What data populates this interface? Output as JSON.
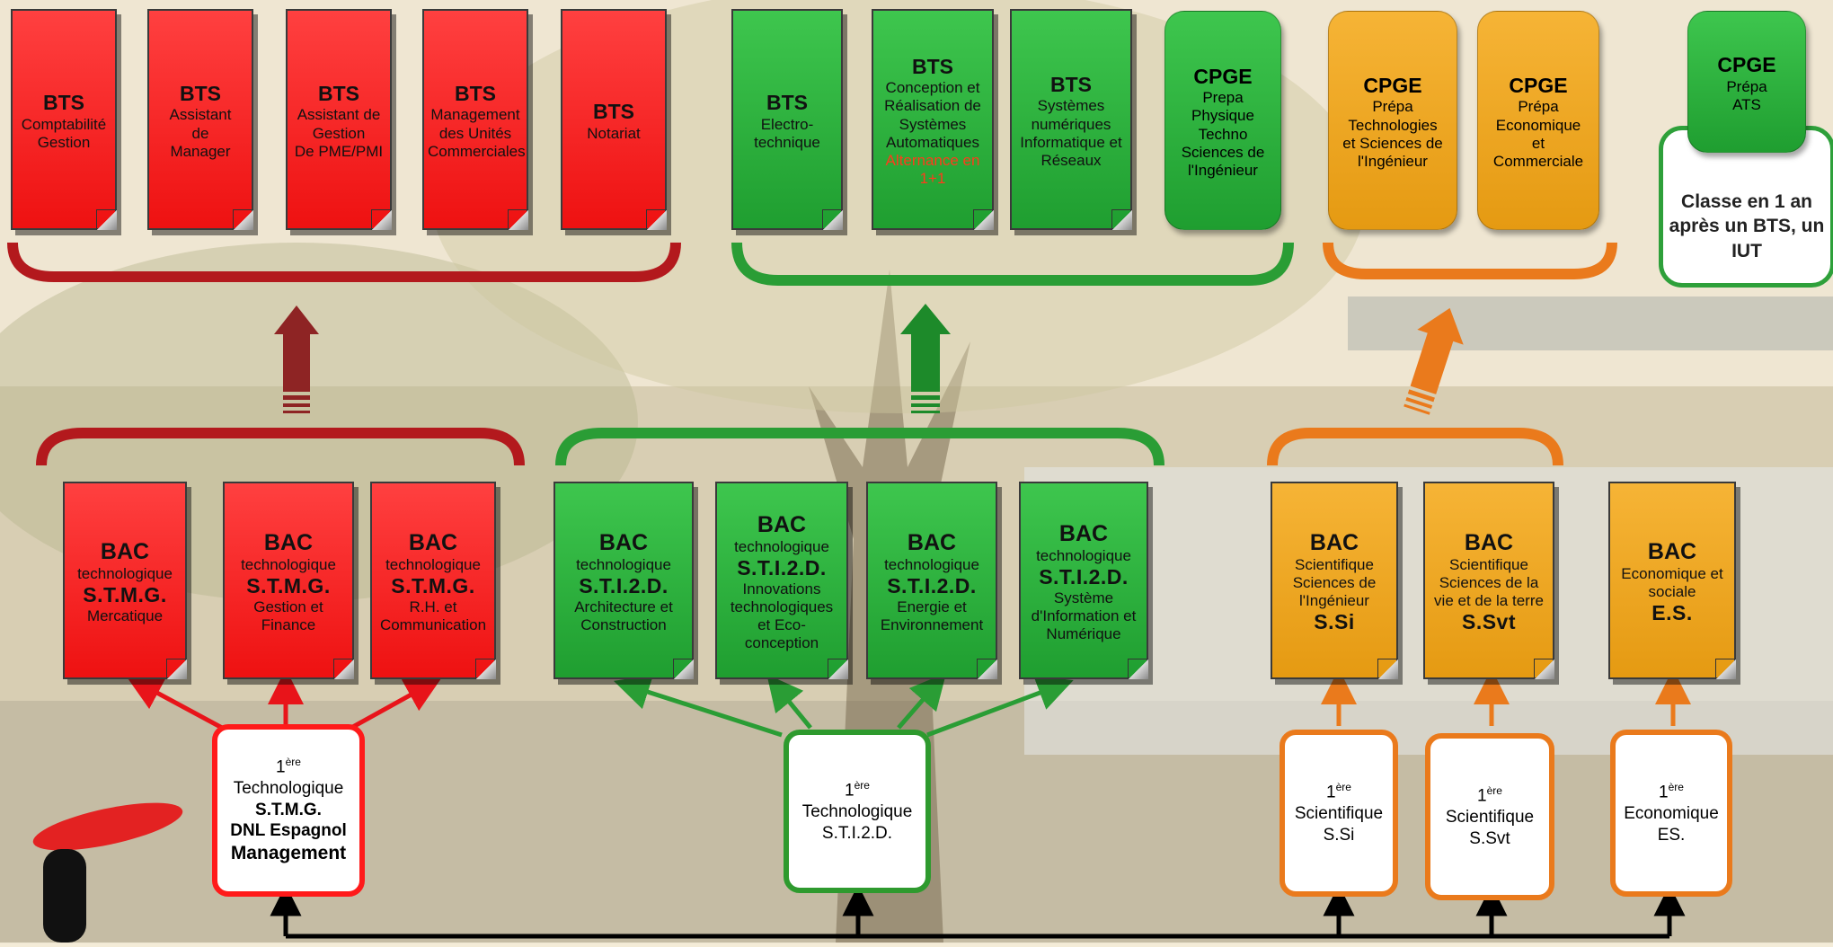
{
  "colors": {
    "red": "#e8141a",
    "green": "#2a9d35",
    "orange": "#ea7a1c",
    "black": "#000000"
  },
  "bts_red": [
    {
      "head": "BTS",
      "lines": [
        "Comptabilité",
        "Gestion"
      ]
    },
    {
      "head": "BTS",
      "lines": [
        "Assistant",
        "de",
        "Manager"
      ]
    },
    {
      "head": "BTS",
      "lines": [
        "Assistant de",
        "Gestion",
        "De PME/PMI"
      ]
    },
    {
      "head": "BTS",
      "lines": [
        "Management",
        "des Unités",
        "Commerciales"
      ]
    },
    {
      "head": "BTS",
      "lines": [
        "Notariat"
      ]
    }
  ],
  "bts_green": [
    {
      "head": "BTS",
      "lines": [
        "Electro-",
        "technique"
      ]
    },
    {
      "head": "BTS",
      "lines": [
        "Conception et",
        "Réalisation de",
        "Systèmes",
        "Automatiques"
      ],
      "alt": "Alternance en 1+1"
    },
    {
      "head": "BTS",
      "lines": [
        "Systèmes",
        "numériques",
        "Informatique et",
        "Réseaux"
      ]
    }
  ],
  "cpge_green": {
    "head": "CPGE",
    "lines": [
      "Prepa",
      "Physique",
      "Techno",
      "Sciences de",
      "l'Ingénieur"
    ]
  },
  "cpge_orange": [
    {
      "head": "CPGE",
      "lines": [
        "Prépa",
        "Technologies",
        "et Sciences de",
        "l'Ingénieur"
      ]
    },
    {
      "head": "CPGE",
      "lines": [
        "Prépa",
        "Economique",
        "et",
        "Commerciale"
      ]
    }
  ],
  "cpge_ats": {
    "head": "CPGE",
    "lines": [
      "Prépa",
      "ATS"
    ],
    "note": "Classe en 1 an après un BTS, un IUT"
  },
  "bac_red": [
    {
      "head": "BAC",
      "type": "technologique",
      "code": "S.T.M.G.",
      "lines": [
        "Mercatique"
      ]
    },
    {
      "head": "BAC",
      "type": "technologique",
      "code": "S.T.M.G.",
      "lines": [
        "Gestion et",
        "Finance"
      ]
    },
    {
      "head": "BAC",
      "type": "technologique",
      "code": "S.T.M.G.",
      "lines": [
        "R.H. et",
        "Communication"
      ]
    }
  ],
  "bac_green": [
    {
      "head": "BAC",
      "type": "technologique",
      "code": "S.T.I.2.D.",
      "lines": [
        "Architecture et",
        "Construction"
      ]
    },
    {
      "head": "BAC",
      "type": "technologique",
      "code": "S.T.I.2.D.",
      "lines": [
        "Innovations",
        "technologiques",
        "et Eco-",
        "conception"
      ]
    },
    {
      "head": "BAC",
      "type": "technologique",
      "code": "S.T.I.2.D.",
      "lines": [
        "Energie et",
        "Environnement"
      ]
    },
    {
      "head": "BAC",
      "type": "technologique",
      "code": "S.T.I.2.D.",
      "lines": [
        "Système",
        "d'Information et",
        "Numérique"
      ]
    }
  ],
  "bac_orange": [
    {
      "head": "BAC",
      "lines": [
        "Scientifique",
        "Sciences de",
        "l'Ingénieur"
      ],
      "code": "S.Si"
    },
    {
      "head": "BAC",
      "lines": [
        "Scientifique",
        "Sciences de la",
        "vie et de la terre"
      ],
      "code": "S.Svt"
    },
    {
      "head": "BAC",
      "lines": [
        "Economique et",
        "sociale"
      ],
      "code": "E.S."
    }
  ],
  "first_year": [
    {
      "num": "1",
      "sup": "ère",
      "type": "Technologique",
      "lines": [
        "S.T.M.G."
      ],
      "bold": [
        "DNL Espagnol",
        "Management"
      ]
    },
    {
      "num": "1",
      "sup": "ère",
      "type": "Technologique",
      "lines": [
        "S.T.I.2.D."
      ],
      "bold": []
    },
    {
      "num": "1",
      "sup": "ère",
      "type": "Scientifique",
      "lines": [
        "S.Si"
      ],
      "bold": []
    },
    {
      "num": "1",
      "sup": "ère",
      "type": "Scientifique",
      "lines": [
        "S.Svt"
      ],
      "bold": []
    },
    {
      "num": "1",
      "sup": "ère",
      "type": "Economique",
      "lines": [
        "ES."
      ],
      "bold": []
    }
  ]
}
